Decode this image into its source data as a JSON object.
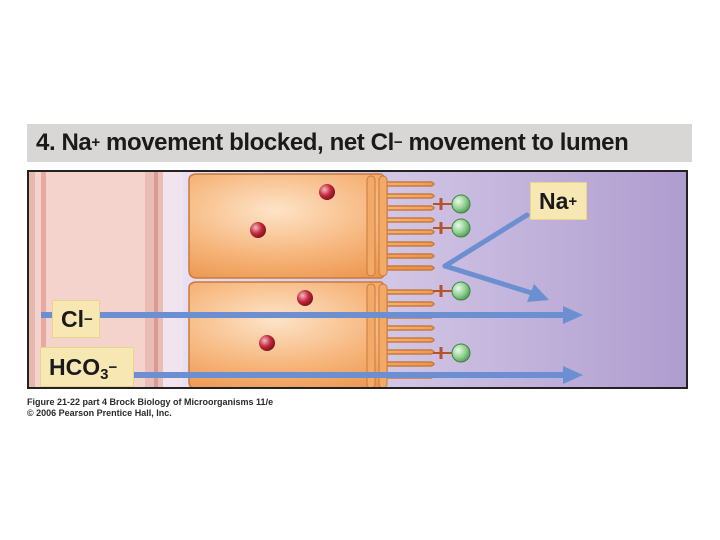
{
  "title": {
    "number": "4.",
    "part1": "Na",
    "sup1": "+",
    "part2": " movement blocked, net Cl",
    "sup2": "−",
    "part3": " movement to lumen"
  },
  "labels": {
    "na": {
      "text": "Na",
      "sup": "+"
    },
    "cl": {
      "text": "Cl",
      "sup": "−"
    },
    "hco3": {
      "text": "HCO",
      "sub": "3",
      "sup": "−"
    }
  },
  "caption": {
    "line1": "Figure 21-22 part 4  Brock Biology of Microorganisms 11/e",
    "line2": "© 2006 Pearson Prentice Hall, Inc."
  },
  "colors": {
    "lumen": "#b5a3d3",
    "cell": "#f0a35c",
    "arrow": "#6b8fd1",
    "label_box": "#f6e7b3",
    "green_ball": "#8fcf8f",
    "red_ball": "#c0283c",
    "blocker": "#b5532a"
  }
}
